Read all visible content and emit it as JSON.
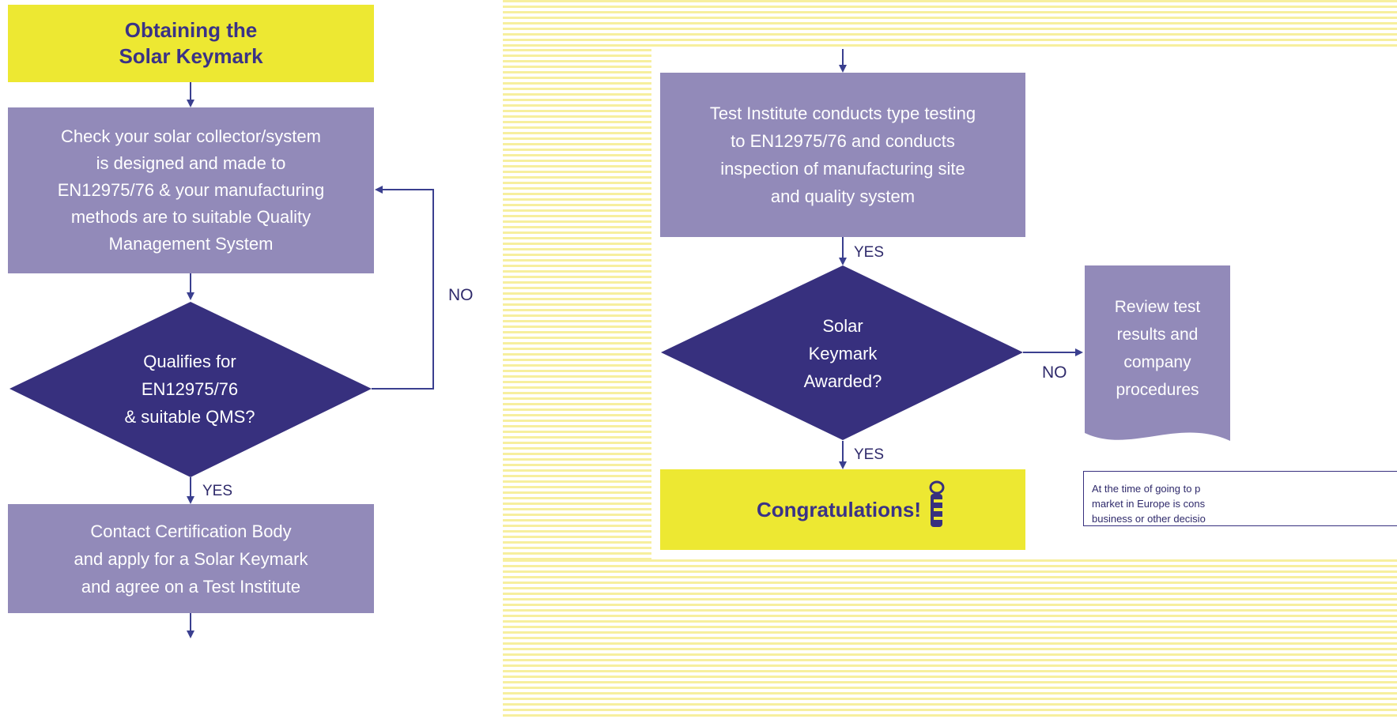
{
  "left": {
    "title": "Obtaining the\nSolar Keymark",
    "check_box": "Check your solar collector/system\nis designed and made to\nEN12975/76 & your manufacturing\nmethods are to suitable Quality\nManagement System",
    "decision": "Qualifies for\nEN12975/76\n& suitable QMS?",
    "no_label": "NO",
    "yes_label": "YES",
    "contact_box": "Contact Certification Body\nand apply for a Solar Keymark\nand agree on a Test Institute"
  },
  "right": {
    "test_box": "Test Institute conducts type testing\nto EN12975/76 and conducts\ninspection of manufacturing site\nand quality system",
    "yes_label_1": "YES",
    "decision": "Solar\nKeymark\nAwarded?",
    "no_label": "NO",
    "review_box": "Review test\nresults and\ncompany\nprocedures",
    "yes_label_2": "YES",
    "congrats": "Congratulations!",
    "note": "At the time of going to p\nmarket in Europe is cons\nbusiness or other decisio"
  },
  "colors": {
    "yellow": "#ede832",
    "purple_light": "#928ab9",
    "purple_dark": "#37307e",
    "stripe": "#f7ef9e"
  },
  "icons": [
    "keymark-logo-icon"
  ]
}
